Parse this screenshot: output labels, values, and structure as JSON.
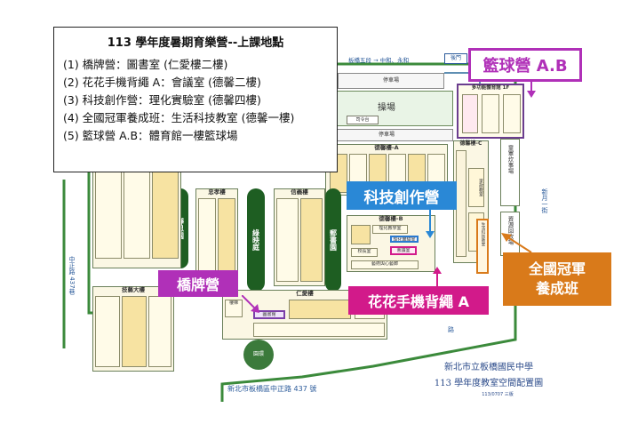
{
  "legend": {
    "title": "113 學年度暑期育樂營--上課地點",
    "lines": [
      "(1) 橋牌營：圖書室 (仁愛樓二樓)",
      "(2) 花花手機背繩 A：會議室 (德馨二樓)",
      "(3) 科技創作營：理化實驗室 (德馨四樓)",
      "(4) 全國冠軍養成班：生活科技教室 (德馨一樓)",
      "(5) 籃球營 A.B：體育館一樓籃球場"
    ]
  },
  "callouts": {
    "basketball": "籃球營 A.B",
    "science": "科技創作營",
    "bridge": "橋牌營",
    "phone_strap": "花花手機背繩 A",
    "champion_line1": "全國冠軍",
    "champion_line2": "養成班"
  },
  "map": {
    "road_top": "板橋五段 → 中和、永和",
    "back_gate": "後門",
    "road_right": "新月一街",
    "road_left": "中正路 437巷",
    "road_bottom": "路",
    "address": "新北市板橋區中正路 437 號",
    "title_line1": "新北市立板橋國民中學",
    "title_line2": "113 學年度教室空間配置圖",
    "version": "113/0707 三版",
    "parking_top": "停車場",
    "parking_mid": "停車場",
    "field": "操場",
    "hall": "司令台",
    "gym": "多功能體育館 1F",
    "dexin_c": "德馨樓-C",
    "dexin_a": "德馨樓-A",
    "dexin_b": "德馨樓-B",
    "zhongxiao": "忠孝樓",
    "xinyi": "信義樓",
    "renai": "仁愛樓",
    "jiyi": "技藝大樓",
    "jingsi": "靜思園",
    "luying": "綠映庭",
    "shuxiang": "郵書園",
    "scouts": "童軍炊事場",
    "recycle": "資源回收場",
    "living_tech": "生活科技教室",
    "library": "圖書館",
    "meeting": "會議室",
    "lab": "理化實驗室",
    "stadium": "園環",
    "stairs": "樓梯",
    "toilet": "廁所",
    "principal": "校長室",
    "art": "藝術與心藝廊",
    "tech_room": "理化教學室",
    "garden": "地科教室",
    "office": "家政教室"
  }
}
